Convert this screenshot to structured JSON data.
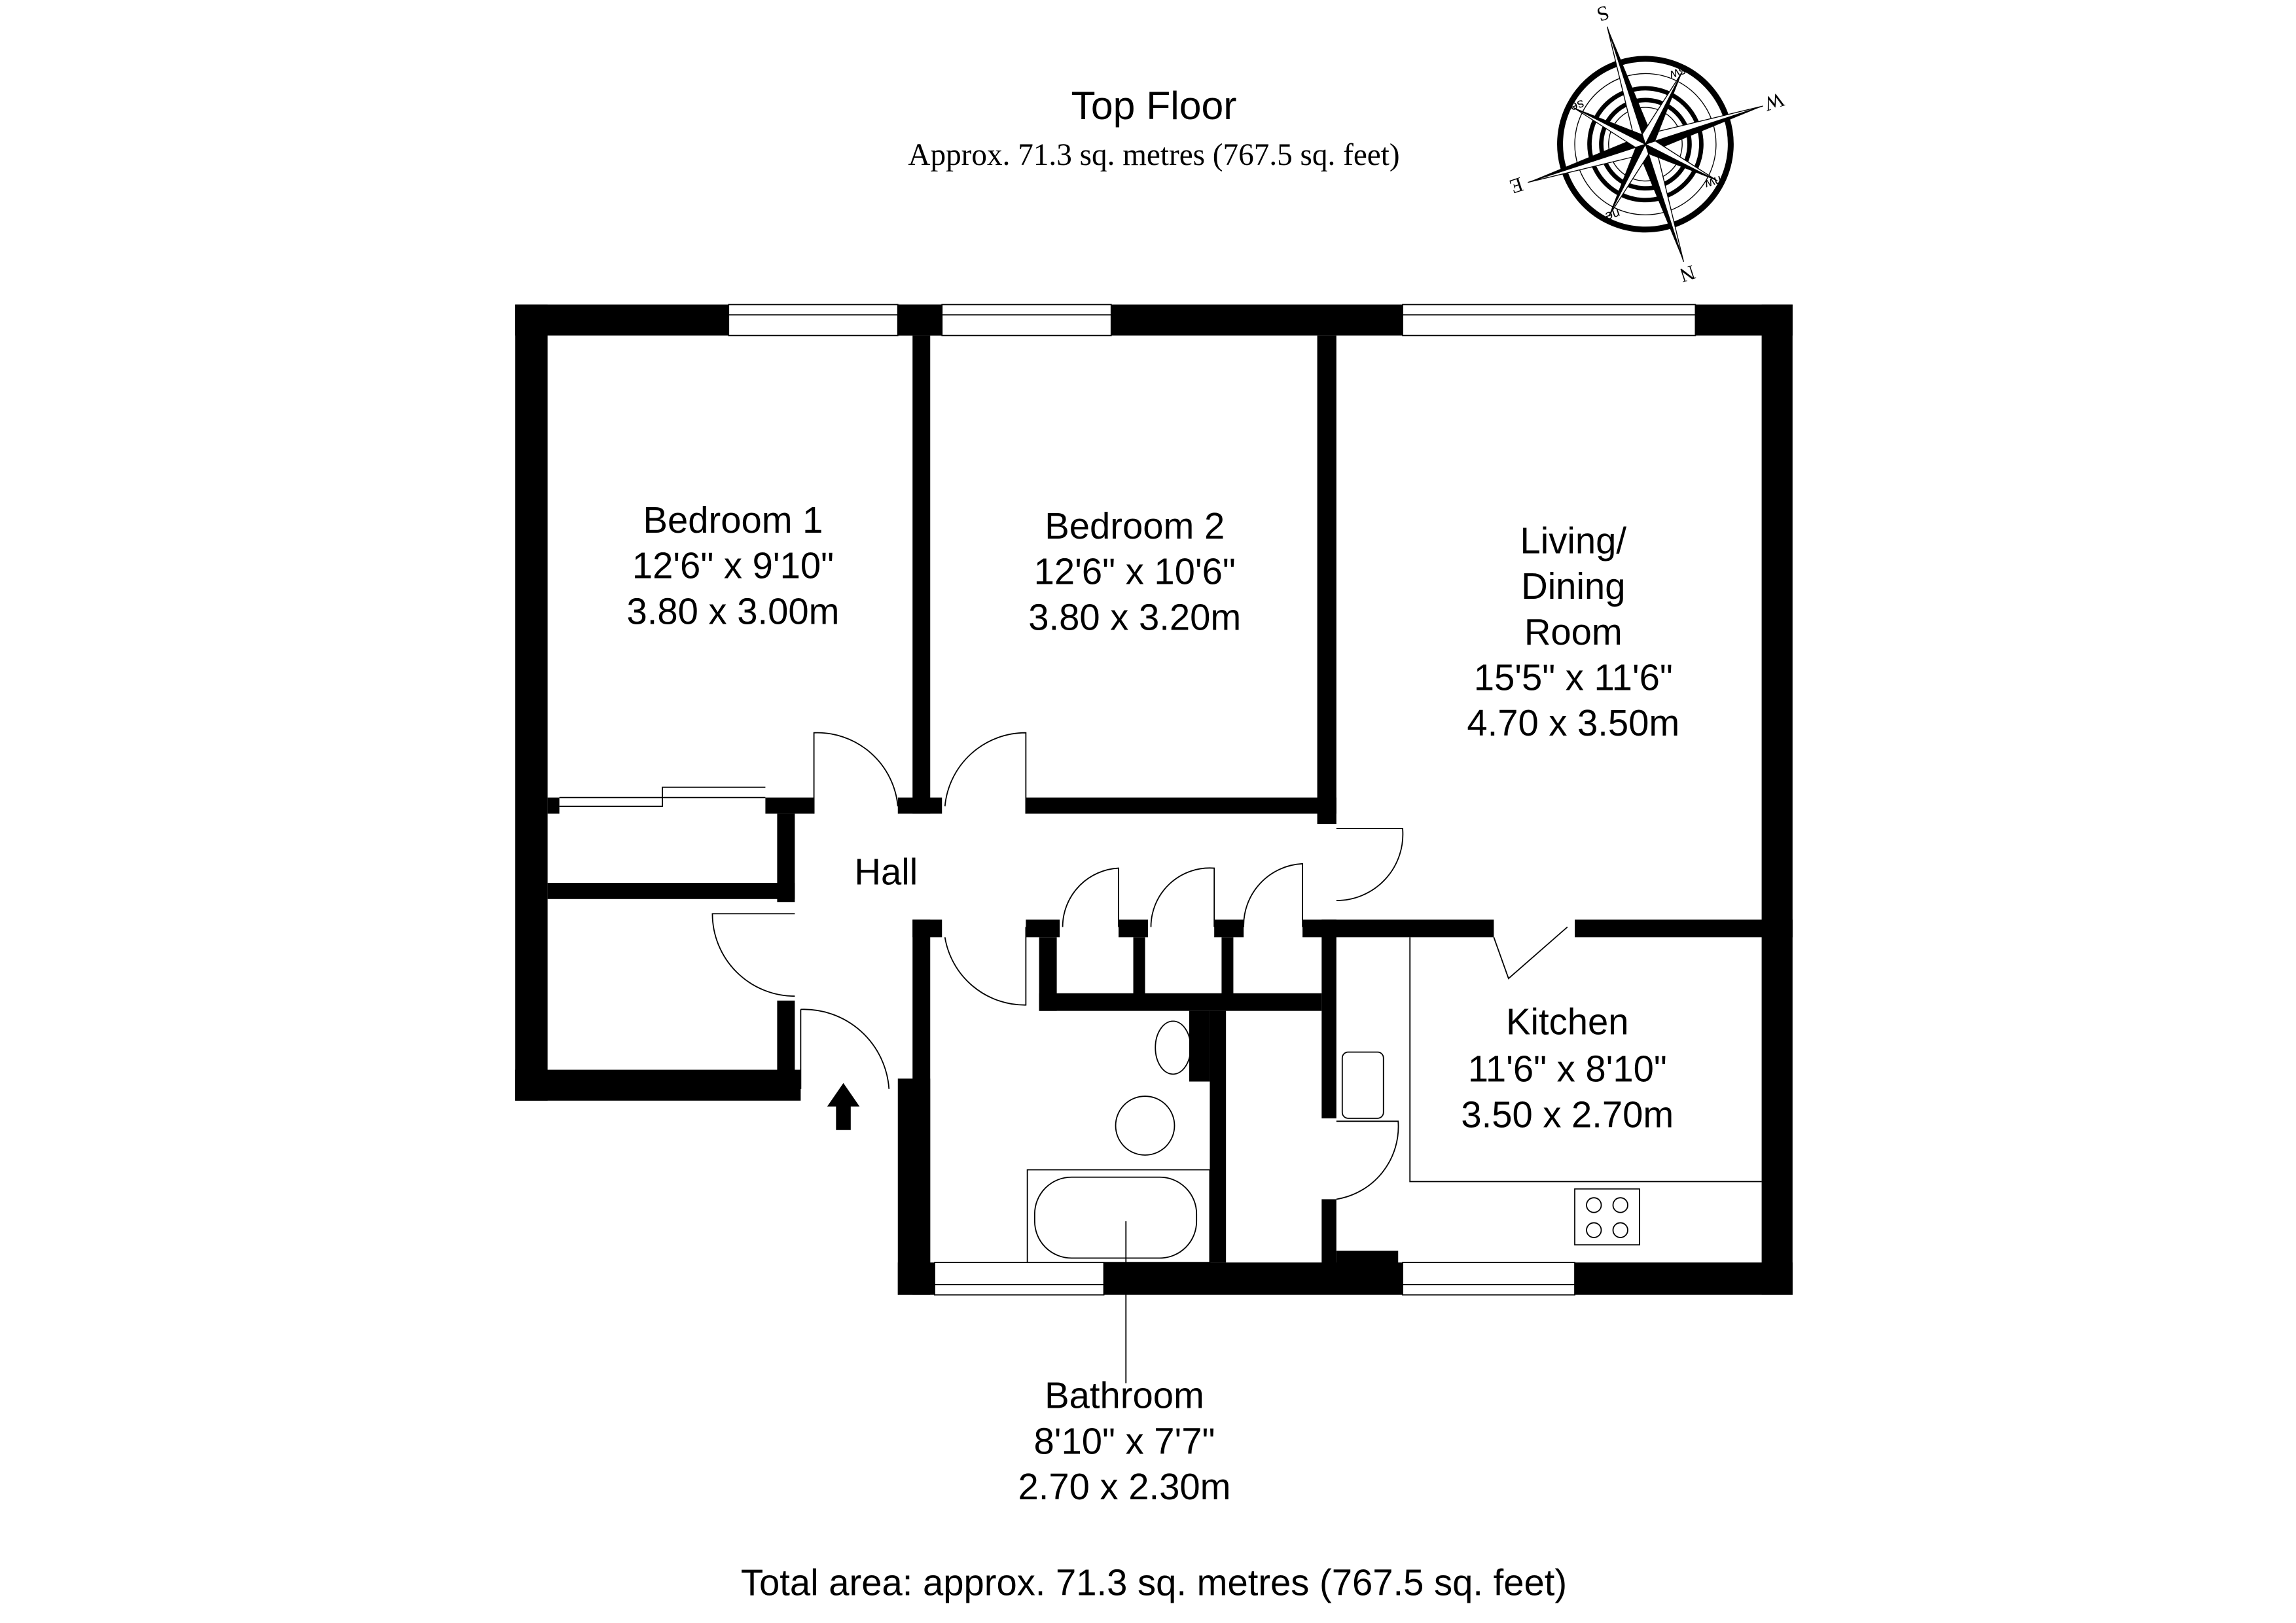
{
  "header": {
    "title": "Top Floor",
    "subtitle": "Approx. 71.3 sq. metres (767.5 sq. feet)"
  },
  "compass": {
    "labels": {
      "n": "N",
      "s": "S",
      "e": "E",
      "w": "W",
      "ne": "ne",
      "nw": "nw",
      "se": "se",
      "sw": "sw"
    }
  },
  "rooms": {
    "bedroom1": {
      "name": "Bedroom 1",
      "imperial": "12'6\" x 9'10\"",
      "metric": "3.80 x 3.00m"
    },
    "bedroom2": {
      "name": "Bedroom 2",
      "imperial": "12'6\" x 10'6\"",
      "metric": "3.80 x 3.20m"
    },
    "living": {
      "name1": "Living/",
      "name2": "Dining",
      "name3": "Room",
      "imperial": "15'5\" x 11'6\"",
      "metric": "4.70 x 3.50m"
    },
    "hall": {
      "name": "Hall"
    },
    "kitchen": {
      "name": "Kitchen",
      "imperial": "11'6\" x 8'10\"",
      "metric": "3.50 x 2.70m"
    },
    "bathroom": {
      "name": "Bathroom",
      "imperial": "8'10\" x 7'7\"",
      "metric": "2.70 x 2.30m"
    }
  },
  "footer": {
    "total": "Total area: approx. 71.3 sq. metres (767.5 sq. feet)"
  }
}
